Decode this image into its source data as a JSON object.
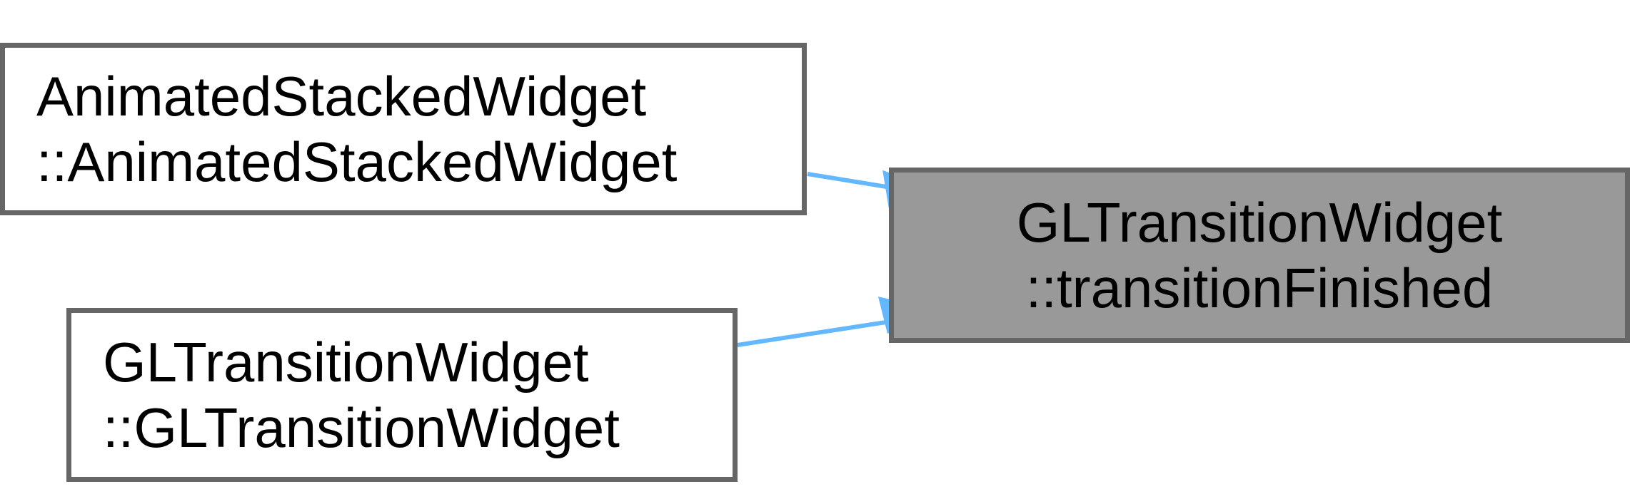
{
  "nodes": {
    "animated_stacked": {
      "line1": "AnimatedStackedWidget",
      "line2": "::AnimatedStackedWidget"
    },
    "gl_ctor": {
      "line1": "GLTransitionWidget",
      "line2": "::GLTransitionWidget"
    },
    "transition_finished": {
      "line1": "GLTransitionWidget",
      "line2": "::transitionFinished"
    }
  },
  "colors": {
    "edge": "#63b8ff",
    "node_border": "#666666",
    "highlight_fill": "#999999"
  }
}
